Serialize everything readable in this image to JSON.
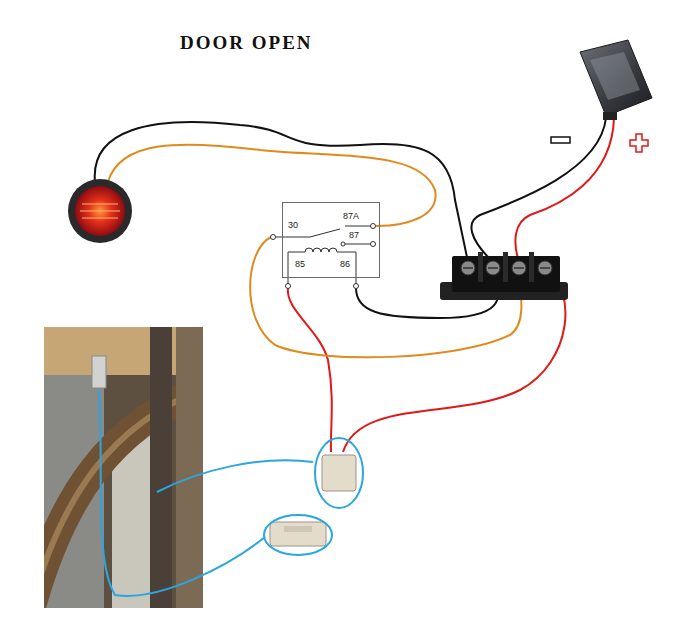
{
  "diagram": {
    "title": "DOOR OPEN",
    "nodes": [
      {
        "text": [
          "30",
          "87A",
          "87",
          "85",
          "86"
        ]
      }
    ]
  }
}
